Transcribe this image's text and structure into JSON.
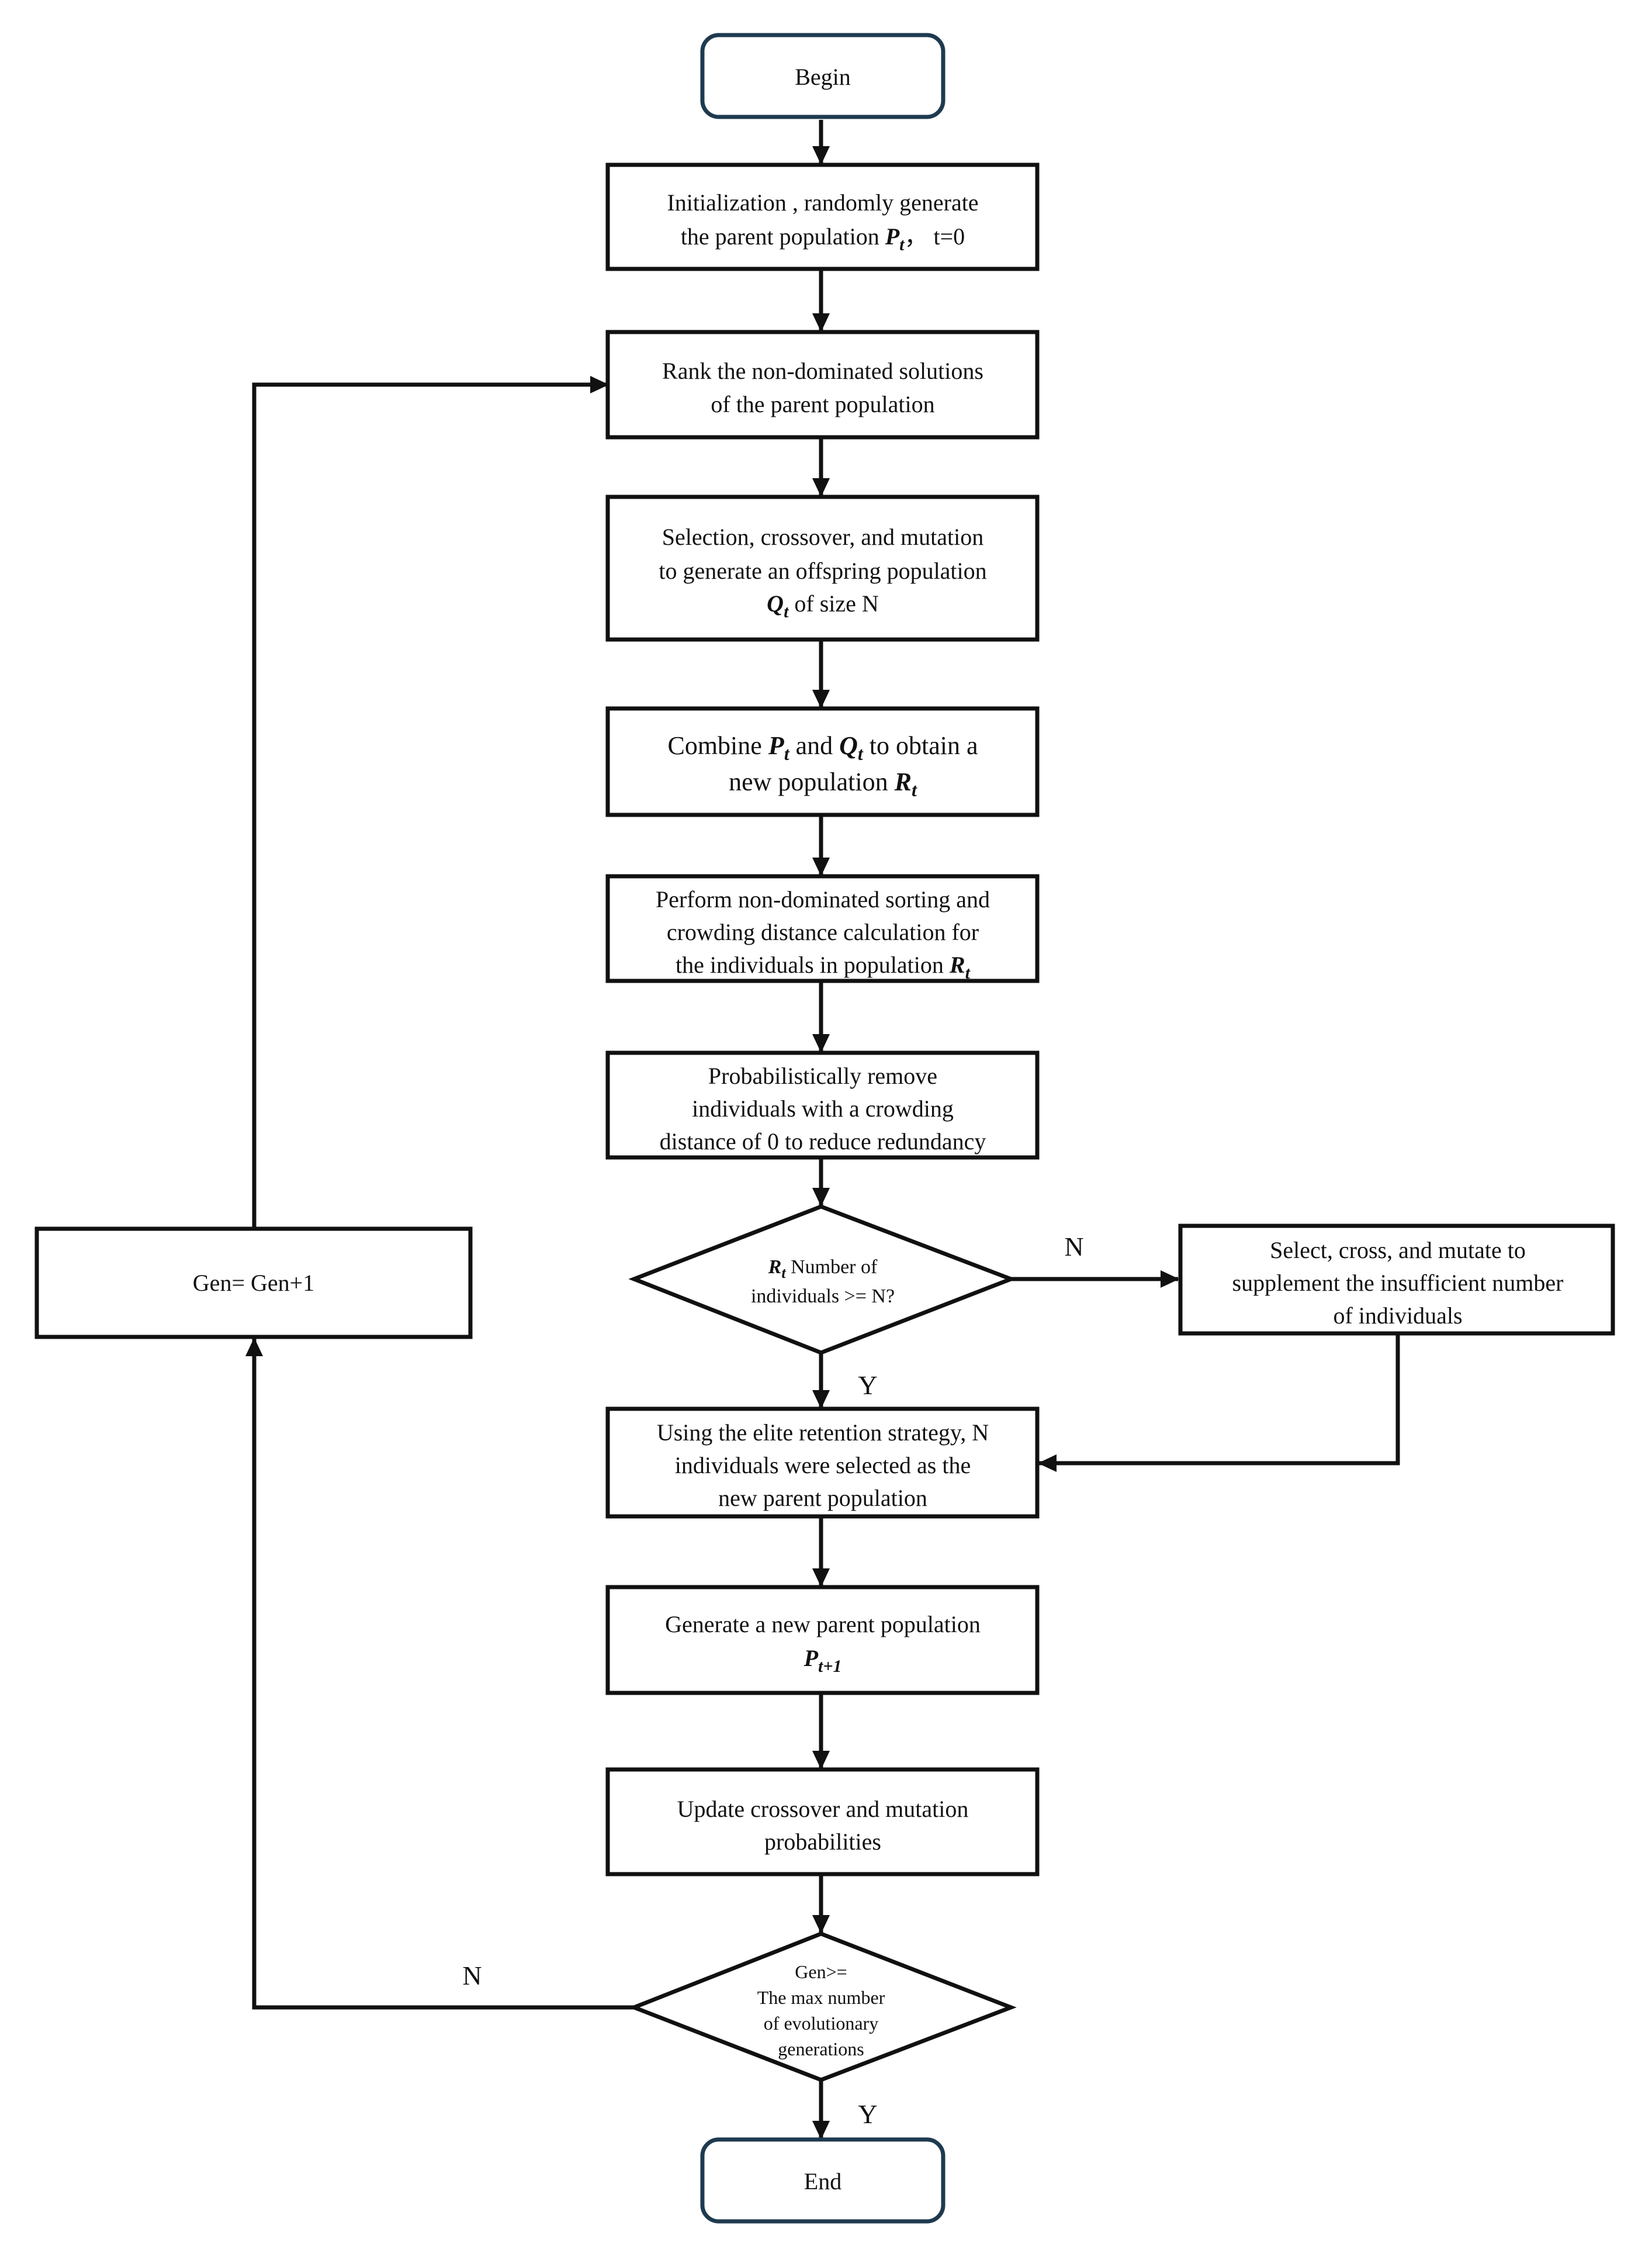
{
  "nodes": {
    "begin": "Begin",
    "init": {
      "line1": "Initialization , randomly generate",
      "line2_pre": "the parent population ",
      "line2_sym": "P",
      "line2_sub": "t",
      "line2_post": "，  t=0"
    },
    "rank": {
      "line1": "Rank the non-dominated solutions",
      "line2": "of the parent population"
    },
    "select": {
      "line1": "Selection, crossover, and mutation",
      "line2": "to generate an offspring population",
      "line3_sym": "Q",
      "line3_sub": "t",
      "line3_post": " of size N"
    },
    "combine": {
      "l1_a": "Combine ",
      "l1_p": "P",
      "l1_p_sub": "t",
      "l1_b": " and ",
      "l1_q": "Q",
      "l1_q_sub": "t",
      "l1_c": " to obtain a",
      "l2_a": "new population ",
      "l2_r": "R",
      "l2_r_sub": "t"
    },
    "sort": {
      "line1": "Perform non-dominated sorting and",
      "line2": "crowding distance calculation for",
      "line3_pre": "the individuals in population ",
      "line3_sym": "R",
      "line3_sub": "t"
    },
    "remove": {
      "line1": "Probabilistically remove",
      "line2": "individuals with a crowding",
      "line3": "distance of 0 to reduce redundancy"
    },
    "decision1": {
      "sym": "R",
      "sub": "t",
      "line1_post": " Number of",
      "line2": "individuals >= N?"
    },
    "supplement": {
      "line1": "Select, cross, and mutate to",
      "line2": "supplement the insufficient number",
      "line3": "of individuals"
    },
    "elite": {
      "line1": "Using the elite retention strategy, N",
      "line2": "individuals were selected as the",
      "line3": "new parent population"
    },
    "generate": {
      "line1": "Generate a new parent population",
      "line2_sym": "P",
      "line2_sub": "t+1"
    },
    "update": {
      "line1": "Update crossover and mutation",
      "line2": "probabilities"
    },
    "decision2": {
      "line1": "Gen>=",
      "line2": "The max number",
      "line3": "of evolutionary",
      "line4": "generations"
    },
    "gen": "Gen= Gen+1",
    "end": "End"
  },
  "labels": {
    "d1_no": "N",
    "d1_yes": "Y",
    "d2_no": "N",
    "d2_yes": "Y"
  },
  "colors": {
    "stroke": "#111111",
    "terminal_stroke": "#1e3a4f",
    "background": "#ffffff"
  }
}
